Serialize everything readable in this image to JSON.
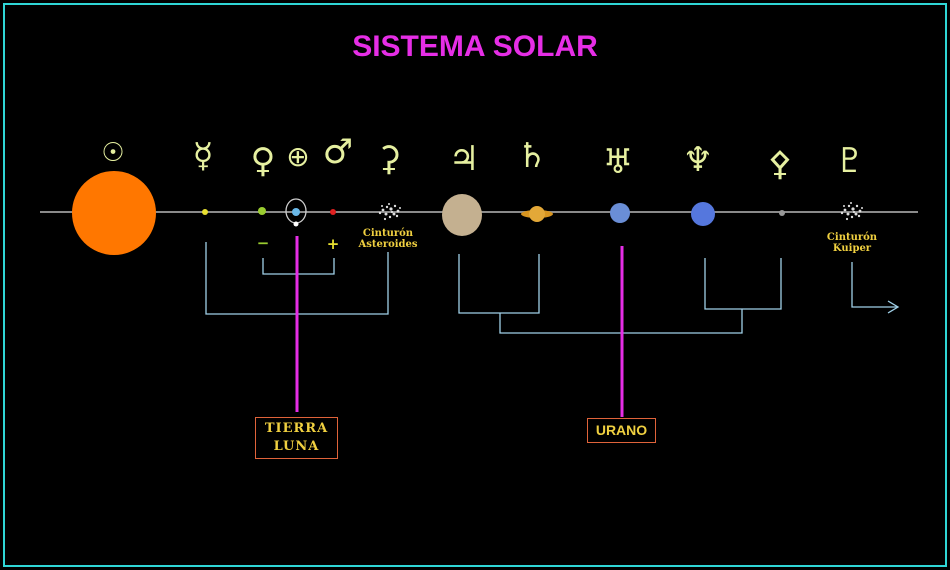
{
  "title": "SISTEMA SOLAR",
  "symbols": {
    "sun": "☉",
    "mercury": "☿",
    "venus": "♀",
    "earth": "⊕",
    "mars": "♂",
    "ceres": "⚳",
    "jupiter": "♃",
    "saturn": "♄",
    "uranus": "♅",
    "neptune": "♆",
    "asteroid": "⚴",
    "pluto": "♇"
  },
  "signs": {
    "minus": "−",
    "plus": "+"
  },
  "labels": {
    "asteroid_belt_1": "Cinturón",
    "asteroid_belt_2": "Asteroides",
    "kuiper_belt_1": "Cinturón",
    "kuiper_belt_2": "Kuiper",
    "earth_moon_1": "TIERRA",
    "earth_moon_2": "LUNA",
    "uranus": "URANO"
  },
  "colors": {
    "border": "#2fd6d6",
    "title": "#e62ee6",
    "sun": "#ff7700",
    "pointer": "#e62ee6",
    "bracket": "#a0d0e8",
    "label": "#f0d040",
    "box_border": "#e0633a",
    "symbol": "#e6f0a0"
  }
}
